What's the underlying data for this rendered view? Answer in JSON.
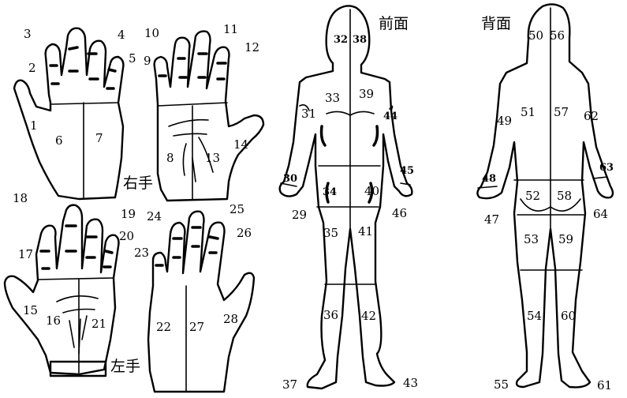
{
  "captions": {
    "right_hand": "右手",
    "left_hand": "左手",
    "front": "前面",
    "back": "背面"
  },
  "regions": [
    "1",
    "2",
    "3",
    "4",
    "5",
    "6",
    "7",
    "8",
    "9",
    "10",
    "11",
    "12",
    "13",
    "14",
    "15",
    "16",
    "17",
    "18",
    "19",
    "20",
    "21",
    "22",
    "23",
    "24",
    "25",
    "26",
    "27",
    "28",
    "29",
    "30",
    "31",
    "32",
    "33",
    "34",
    "35",
    "36",
    "37",
    "38",
    "39",
    "40",
    "41",
    "42",
    "43",
    "44",
    "45",
    "46",
    "47",
    "48",
    "49",
    "50",
    "51",
    "52",
    "53",
    "54",
    "55",
    "56",
    "57",
    "58",
    "59",
    "60",
    "61",
    "62",
    "63",
    "64"
  ]
}
